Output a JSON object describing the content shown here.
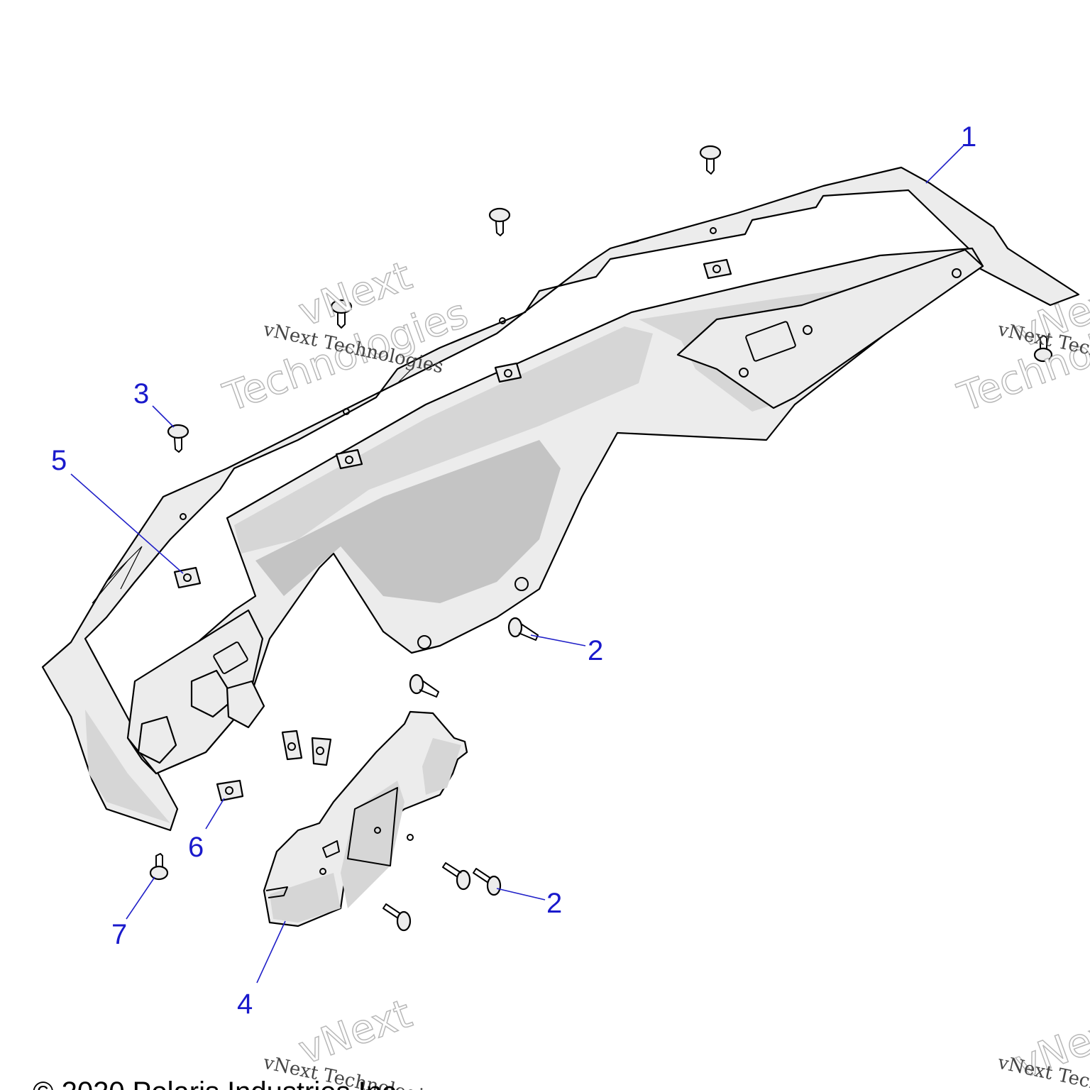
{
  "callouts": [
    {
      "label": "1"
    },
    {
      "label": "2"
    },
    {
      "label": "2"
    },
    {
      "label": "3"
    },
    {
      "label": "4"
    },
    {
      "label": "5"
    },
    {
      "label": "6"
    },
    {
      "label": "7"
    }
  ],
  "watermark": {
    "brand": "vNext",
    "sub": "Technologies",
    "full": "vNext Technologies"
  },
  "copyright": "© 2020 Polaris Industries Inc.",
  "colors": {
    "callout": "#1a1acc",
    "part_fill": "#ececec",
    "part_shade": "#d6d6d6"
  }
}
